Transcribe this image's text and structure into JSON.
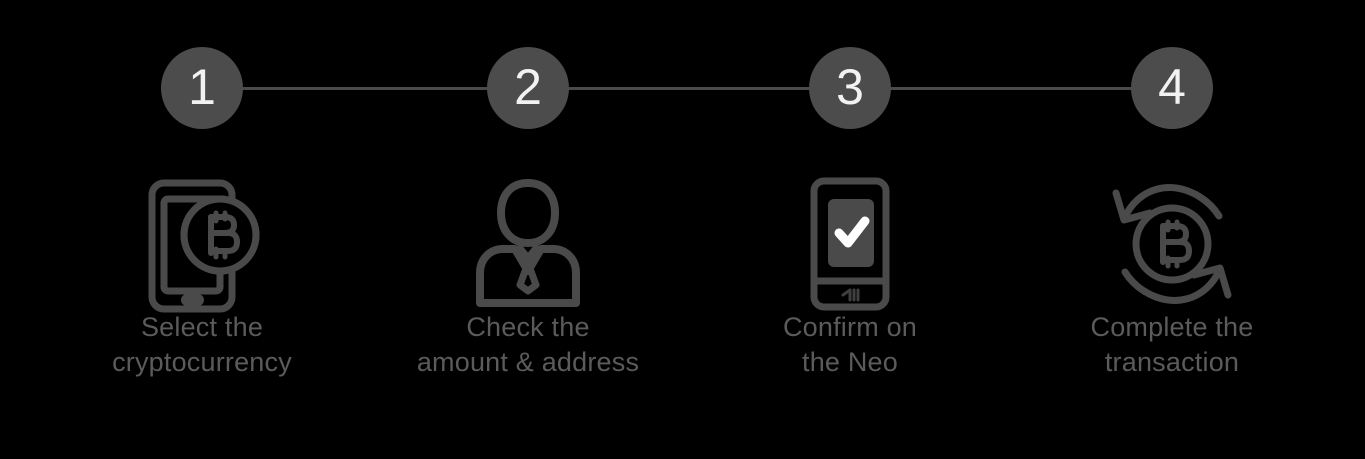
{
  "theme": {
    "background": "#000000",
    "circle_fill": "#4c4c4c",
    "circle_number_color": "#f2f2f2",
    "connector_color": "#4a4a4a",
    "icon_stroke": "#4a4a4a",
    "caption_color": "#5b5b5b"
  },
  "steps": [
    {
      "number": "1",
      "icon_name": "phone-bitcoin-icon",
      "caption": "Select the\ncryptocurrency"
    },
    {
      "number": "2",
      "icon_name": "person-user-icon",
      "caption": "Check the\namount & address"
    },
    {
      "number": "3",
      "icon_name": "hardware-wallet-checkmark-icon",
      "caption": "Confirm on\nthe Neo"
    },
    {
      "number": "4",
      "icon_name": "bitcoin-refresh-arrows-icon",
      "caption": "Complete the\ntransaction"
    }
  ]
}
